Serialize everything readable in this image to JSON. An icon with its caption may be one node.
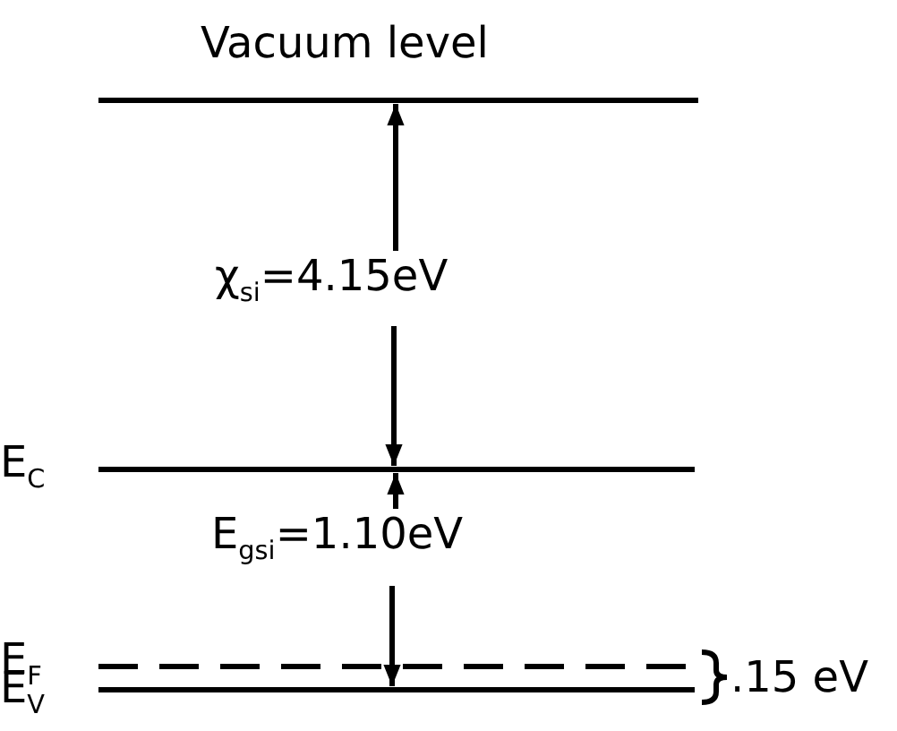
{
  "diagram": {
    "labels": [
      "Vacuum level",
      "χ$_{si}$=4.15eV",
      "E$_{C}$",
      "E$_{gsi}$=1.10eV",
      "E$_{F}$",
      "E$_{V}$",
      ".15 eV"
    ]
  }
}
